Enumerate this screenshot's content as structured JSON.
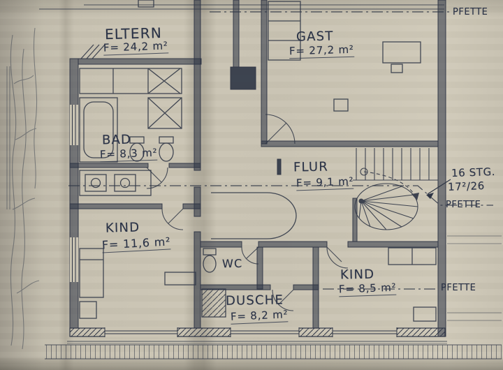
{
  "rooms": [
    {
      "id": "eltern",
      "name": "ELTERN",
      "area": "F= 24,2 m²"
    },
    {
      "id": "gast",
      "name": "GAST",
      "area": "F= 27,2 m²"
    },
    {
      "id": "bad",
      "name": "BAD",
      "area": "F= 8,3 m²"
    },
    {
      "id": "flur",
      "name": "FLUR",
      "area": "F= 9,1 m²"
    },
    {
      "id": "kind-left",
      "name": "KIND",
      "area": "F= 11,6 m²"
    },
    {
      "id": "wc",
      "name": "WC",
      "area": ""
    },
    {
      "id": "dusche",
      "name": "DUSCHE",
      "area": "F= 8,2 m²"
    },
    {
      "id": "kind-right",
      "name": "KIND",
      "area": "F= 8,5 m²"
    }
  ],
  "annotations": {
    "stair_count": "16 STG.",
    "stair_rise_run": "17²/26",
    "pfette_top": "PFETTE",
    "pfette_middle": "PFETTE",
    "pfette_bottom": "PFETTE"
  },
  "colors": {
    "paper": "#cbc5b4",
    "ink": "#2e3545"
  }
}
